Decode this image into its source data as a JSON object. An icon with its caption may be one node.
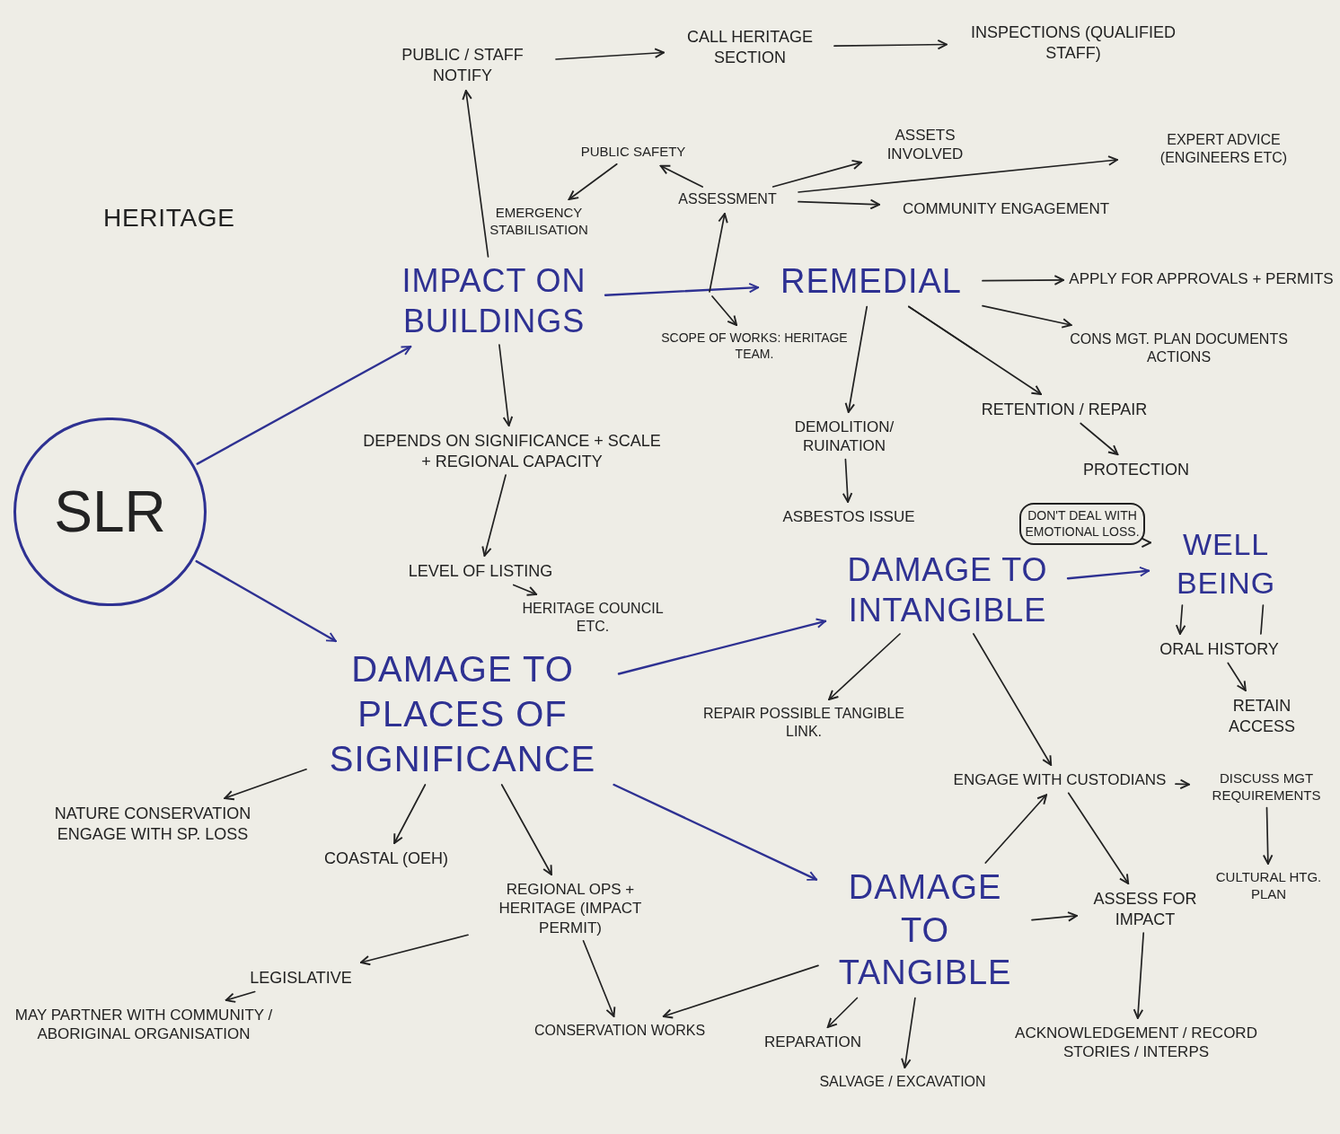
{
  "diagram": {
    "nodes": [
      {
        "text": [
          "SLR"
        ]
      },
      {
        "text": [
          "IMPACT ON BUILDINGS"
        ]
      },
      {
        "text": [
          "PUBLIC / STAFF NOTIFY"
        ]
      },
      {
        "text": [
          "CALL HERITAGE SECTION"
        ]
      },
      {
        "text": [
          "INSPECTIONS (QUALIFIED STAFF)"
        ]
      },
      {
        "text": [
          "PUBLIC SAFETY"
        ]
      },
      {
        "text": [
          "EMERGENCY STABILISATION"
        ]
      },
      {
        "text": [
          "ASSESSMENT"
        ]
      },
      {
        "text": [
          "ASSETS INVOLVED"
        ]
      },
      {
        "text": [
          "COMMUNITY ENGAGEMENT"
        ]
      },
      {
        "text": [
          "EXPERT ADVICE (ENGINEERS ETC)"
        ]
      },
      {
        "text": [
          "REMEDIAL"
        ]
      },
      {
        "text": [
          "SCOPE OF WORKS: HERITAGE TEAM."
        ]
      },
      {
        "text": [
          "APPLY FOR APPROVALS + PERMITS"
        ]
      },
      {
        "text": [
          "CONS MGT. PLAN DOCUMENTS ACTIONS"
        ]
      },
      {
        "text": [
          "DEMOLITION/ RUINATION"
        ]
      },
      {
        "text": [
          "RETENTION / REPAIR"
        ]
      },
      {
        "text": [
          "PROTECTION"
        ]
      },
      {
        "text": [
          "ASBESTOS ISSUE"
        ]
      },
      {
        "text": [
          "DEPENDS ON SIGNIFICANCE + SCALE + REGIONAL CAPACITY"
        ]
      },
      {
        "text": [
          "LEVEL OF LISTING"
        ]
      },
      {
        "text": [
          "HERITAGE COUNCIL ETC."
        ]
      },
      {
        "text": [
          "DAMAGE TO INTANGIBLE"
        ]
      },
      {
        "text": [
          "DON'T DEAL WITH EMOTIONAL LOSS."
        ]
      },
      {
        "text": [
          "WELL BEING"
        ]
      },
      {
        "text": [
          "ORAL HISTORY"
        ]
      },
      {
        "text": [
          "RETAIN ACCESS"
        ]
      },
      {
        "text": [
          "REPAIR POSSIBLE TANGIBLE LINK."
        ]
      },
      {
        "text": [
          "DAMAGE TO PLACES OF SIGNIFICANCE"
        ]
      },
      {
        "text": [
          "NATURE CONSERVATION ENGAGE WITH SP. LOSS"
        ]
      },
      {
        "text": [
          "COASTAL (OEH)"
        ]
      },
      {
        "text": [
          "REGIONAL OPS + HERITAGE (IMPACT PERMIT)"
        ]
      },
      {
        "text": [
          "LEGISLATIVE"
        ]
      },
      {
        "text": [
          "MAY PARTNER WITH COMMUNITY / ABORIGINAL ORGANISATION"
        ]
      },
      {
        "text": [
          "CONSERVATION WORKS"
        ]
      },
      {
        "text": [
          "DAMAGE TO TANGIBLE"
        ]
      },
      {
        "text": [
          "ENGAGE WITH CUSTODIANS"
        ]
      },
      {
        "text": [
          "DISCUSS MGT REQUIREMENTS"
        ]
      },
      {
        "text": [
          "CULTURAL HTG. PLAN"
        ]
      },
      {
        "text": [
          "ASSESS FOR IMPACT"
        ]
      },
      {
        "text": [
          "REPARATION"
        ]
      },
      {
        "text": [
          "SALVAGE / EXCAVATION"
        ]
      },
      {
        "text": [
          "ACKNOWLEDGEMENT / RECORD STORIES / INTERPS"
        ]
      }
    ],
    "edges": [
      {
        "from": 0,
        "to": 1,
        "arrow": "to",
        "color": "#2e3192"
      },
      {
        "from": 0,
        "to": 28,
        "arrow": "to",
        "color": "#2e3192"
      },
      {
        "from": 1,
        "to": 2,
        "arrow": "to"
      },
      {
        "from": 2,
        "to": 3,
        "arrow": "to"
      },
      {
        "from": 3,
        "to": 4,
        "arrow": "to"
      },
      {
        "from": 7,
        "to": 5,
        "arrow": "to"
      },
      {
        "from": 5,
        "to": 6,
        "arrow": "to"
      },
      {
        "from": 7,
        "to": 8,
        "arrow": "to"
      },
      {
        "from": 7,
        "to": 9,
        "arrow": "to"
      },
      {
        "from": 7,
        "to": 10,
        "arrow": "to"
      },
      {
        "from": 1,
        "to": 11,
        "arrow": "to",
        "color": "#2e3192"
      },
      {
        "from": null,
        "to": 7,
        "arrow": "to"
      },
      {
        "from": null,
        "to": 12,
        "arrow": "to"
      },
      {
        "from": 11,
        "to": 13,
        "arrow": "to"
      },
      {
        "from": 11,
        "to": 14,
        "arrow": "to"
      },
      {
        "from": 11,
        "to": 15,
        "arrow": "to"
      },
      {
        "from": 11,
        "to": 16,
        "arrow": "to"
      },
      {
        "from": 11,
        "to": null,
        "arrow": "none"
      },
      {
        "from": 16,
        "to": 17,
        "arrow": "to"
      },
      {
        "from": 15,
        "to": 18,
        "arrow": "to"
      },
      {
        "from": 1,
        "to": 19,
        "arrow": "to"
      },
      {
        "from": 19,
        "to": 20,
        "arrow": "to"
      },
      {
        "from": 20,
        "to": 21,
        "arrow": "to"
      },
      {
        "from": 28,
        "to": 22,
        "arrow": "to",
        "color": "#2e3192"
      },
      {
        "from": 22,
        "to": 24,
        "arrow": "to",
        "color": "#2e3192"
      },
      {
        "from": 24,
        "to": 23,
        "arrow": "to"
      },
      {
        "from": 24,
        "to": 25,
        "arrow": "to"
      },
      {
        "from": 24,
        "to": 25,
        "arrow": "none"
      },
      {
        "from": 25,
        "to": 26,
        "arrow": "to"
      },
      {
        "from": 22,
        "to": 27,
        "arrow": "to"
      },
      {
        "from": 22,
        "to": 36,
        "arrow": "to"
      },
      {
        "from": 35,
        "to": 36,
        "arrow": "to"
      },
      {
        "from": 36,
        "to": 37,
        "arrow": "to"
      },
      {
        "from": 37,
        "to": 38,
        "arrow": "to"
      },
      {
        "from": 36,
        "to": 39,
        "arrow": "to"
      },
      {
        "from": 35,
        "to": 39,
        "arrow": "to"
      },
      {
        "from": 39,
        "to": 42,
        "arrow": "to"
      },
      {
        "from": 28,
        "to": 29,
        "arrow": "to"
      },
      {
        "from": 28,
        "to": 30,
        "arrow": "to"
      },
      {
        "from": 28,
        "to": 31,
        "arrow": "to"
      },
      {
        "from": 28,
        "to": 35,
        "arrow": "to",
        "color": "#2e3192"
      },
      {
        "from": 31,
        "to": 32,
        "arrow": "to"
      },
      {
        "from": 32,
        "to": 33,
        "arrow": "to"
      },
      {
        "from": 31,
        "to": 34,
        "arrow": "to"
      },
      {
        "from": 35,
        "to": 34,
        "arrow": "to"
      },
      {
        "from": 35,
        "to": 40,
        "arrow": "to"
      },
      {
        "from": 35,
        "to": 41,
        "arrow": "to"
      }
    ],
    "labels": [
      "HERITAGE"
    ]
  }
}
